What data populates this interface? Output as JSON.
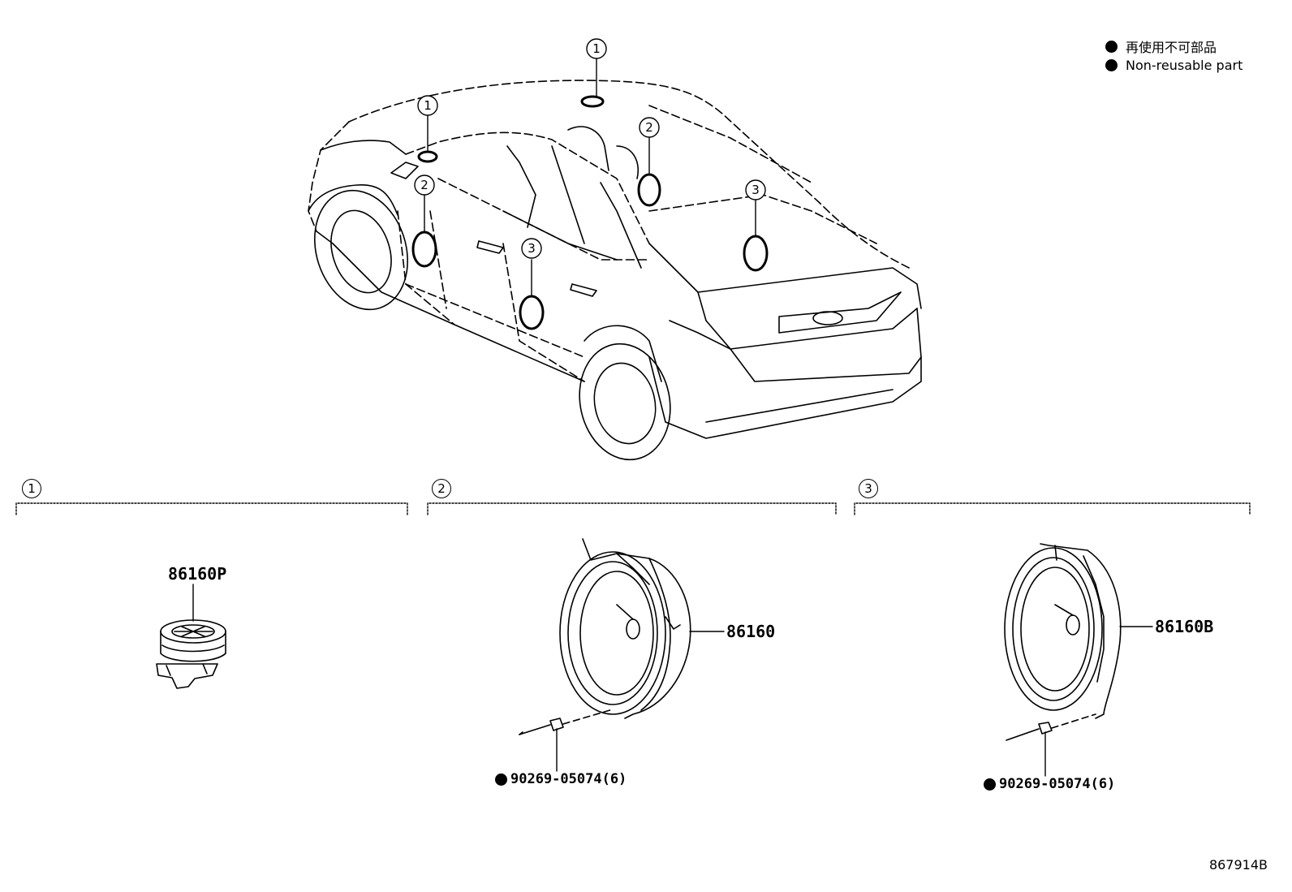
{
  "legend": {
    "items": [
      {
        "label": "再使用不可部品"
      },
      {
        "label": "Non-reusable part"
      }
    ]
  },
  "callouts": [
    "1",
    "2",
    "3"
  ],
  "sections": [
    {
      "num": "1",
      "part": "86160P",
      "fastener": ""
    },
    {
      "num": "2",
      "part": "86160",
      "fastener": "90269-05074(6)"
    },
    {
      "num": "3",
      "part": "86160B",
      "fastener": "90269-05074(6)"
    }
  ],
  "illustration_code": "867914B"
}
